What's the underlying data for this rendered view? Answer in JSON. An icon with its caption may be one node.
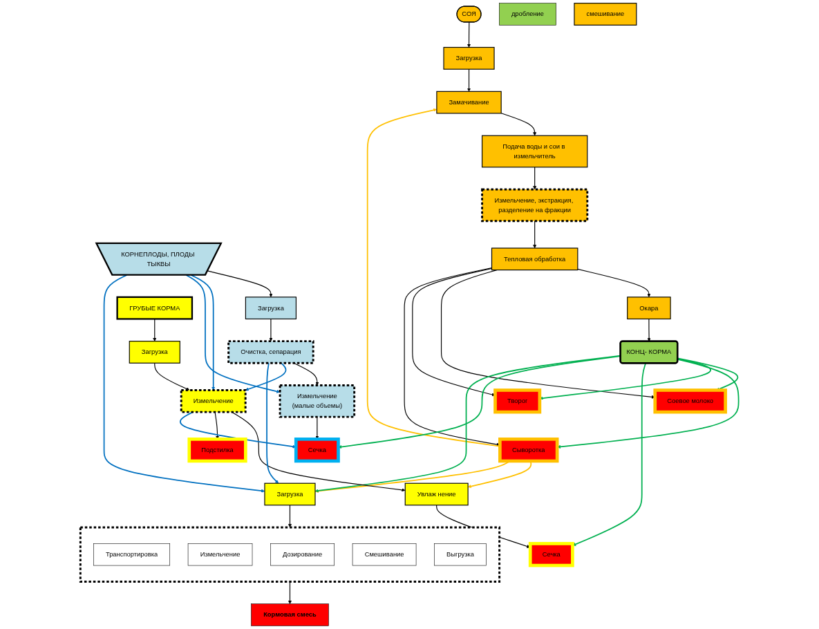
{
  "diagram": {
    "nodes": [
      {
        "text": [
          "СОЯ"
        ]
      },
      {
        "text": [
          "Загрузка"
        ]
      },
      {
        "text": [
          "Замачивание"
        ]
      },
      {
        "text": [
          "Подача воды и сои в измельчитель"
        ]
      },
      {
        "text": [
          "Измельчение, экстракция, разделение на фракции"
        ]
      },
      {
        "text": [
          "Тепловая обработка"
        ]
      },
      {
        "text": [
          "Окара"
        ]
      },
      {
        "text": [
          "Соевое молоко"
        ]
      },
      {
        "text": [
          "Творог"
        ]
      },
      {
        "text": [
          "Сыворотка"
        ]
      },
      {
        "text": [
          "КОНЦ- КОРМА"
        ]
      },
      {
        "text": [
          "дробление"
        ]
      },
      {
        "text": [
          "смешивание"
        ]
      },
      {
        "text": [
          "ГРУБЫЕ КОРМА"
        ]
      },
      {
        "text": [
          "Загрузка"
        ]
      },
      {
        "text": [
          "Измельчение"
        ]
      },
      {
        "text": [
          "Увлаж нение"
        ]
      },
      {
        "text": [
          "Сечка"
        ]
      },
      {
        "text": [
          "Подстилка"
        ]
      },
      {
        "text": [
          "КОРНЕПЛОДЫ, ПЛОДЫ ТЫКВЫ"
        ]
      },
      {
        "text": [
          "Загрузка"
        ]
      },
      {
        "text": [
          "Очистка, сепарация"
        ]
      },
      {
        "text": [
          "Сечка"
        ]
      },
      {
        "text": [
          "Измельчение",
          "(малые объемы)"
        ]
      },
      {
        "text": [
          "Загрузка"
        ]
      },
      {
        "text": [],
        "shape": "box"
      },
      {
        "text": [
          "Транспортировка"
        ],
        "in": 25
      },
      {
        "text": [
          "Измельчение"
        ],
        "in": 25
      },
      {
        "text": [
          "Дозирование"
        ],
        "in": 25
      },
      {
        "text": [
          "Смешивание"
        ],
        "in": 25
      },
      {
        "text": [
          "Выгрузка"
        ],
        "in": 25
      },
      {
        "text": [
          "Кормовая смесь"
        ]
      }
    ],
    "edges": [
      {
        "from": 0,
        "to": 1,
        "arrow": "to"
      },
      {
        "from": 1,
        "to": 2,
        "arrow": "to"
      },
      {
        "from": 2,
        "to": 3,
        "arrow": "to"
      },
      {
        "from": 3,
        "to": 4,
        "arrow": "to"
      },
      {
        "from": 4,
        "to": 5,
        "arrow": "to"
      },
      {
        "from": 5,
        "to": 6,
        "arrow": "to"
      },
      {
        "from": 5,
        "to": 7,
        "arrow": "to"
      },
      {
        "from": 5,
        "to": 8,
        "arrow": "to"
      },
      {
        "from": 5,
        "to": 9,
        "arrow": "to"
      },
      {
        "from": 6,
        "to": 10,
        "arrow": "to"
      },
      {
        "from": 9,
        "to": 2,
        "arrow": "to",
        "color": "#ffc000"
      },
      {
        "from": 9,
        "to": 16,
        "arrow": "to",
        "color": "#ffc000"
      },
      {
        "from": 9,
        "to": 24,
        "arrow": "to",
        "color": "#ffc000"
      },
      {
        "from": 10,
        "to": 7,
        "arrow": "to",
        "color": "#00b050"
      },
      {
        "from": 10,
        "to": 8,
        "arrow": "to",
        "color": "#00b050"
      },
      {
        "from": 10,
        "to": 9,
        "arrow": "to",
        "color": "#00b050"
      },
      {
        "from": 10,
        "to": 17,
        "arrow": "to",
        "color": "#00b050"
      },
      {
        "from": 10,
        "to": 22,
        "arrow": "to",
        "color": "#00b050"
      },
      {
        "from": 10,
        "to": 24,
        "arrow": "to",
        "color": "#00b050"
      },
      {
        "from": 13,
        "to": 14,
        "arrow": "to"
      },
      {
        "from": 14,
        "to": 15,
        "arrow": "to"
      },
      {
        "from": 15,
        "to": 16,
        "arrow": "to"
      },
      {
        "from": 15,
        "to": 18,
        "arrow": "to"
      },
      {
        "from": 15,
        "to": 22,
        "arrow": "to",
        "color": "#0070c0"
      },
      {
        "from": 16,
        "to": 17,
        "arrow": "to"
      },
      {
        "from": 19,
        "to": 20,
        "arrow": "to"
      },
      {
        "from": 20,
        "to": 21,
        "arrow": "to"
      },
      {
        "from": 21,
        "to": 23,
        "arrow": "to"
      },
      {
        "from": 23,
        "to": 22,
        "arrow": "to"
      },
      {
        "from": 19,
        "to": 15,
        "arrow": "to",
        "color": "#0070c0"
      },
      {
        "from": 21,
        "to": 15,
        "arrow": "to",
        "color": "#0070c0"
      },
      {
        "from": 19,
        "to": 23,
        "arrow": "to",
        "color": "#0070c0"
      },
      {
        "from": 21,
        "to": 24,
        "arrow": "to",
        "color": "#0070c0"
      },
      {
        "from": 19,
        "to": 24,
        "arrow": "to",
        "color": "#0070c0"
      },
      {
        "from": 24,
        "to": 25,
        "arrow": "to"
      },
      {
        "from": 25,
        "to": 31,
        "arrow": "to"
      }
    ]
  }
}
